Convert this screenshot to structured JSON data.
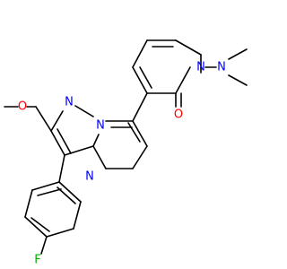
{
  "molecule": {
    "atom_labels": {
      "n_pyrazole": "N",
      "n_bridge": "N",
      "n_pyrimidine": "N",
      "n_ring_pyridone": "N",
      "n_dimethylamino": "N",
      "o_carbonyl": "O",
      "o_methoxy": "O",
      "f_fluoro": "F"
    },
    "colors": {
      "bond": "#000000",
      "nitrogen": "#0000ff",
      "oxygen": "#ff0000",
      "fluorine": "#00b000"
    }
  }
}
